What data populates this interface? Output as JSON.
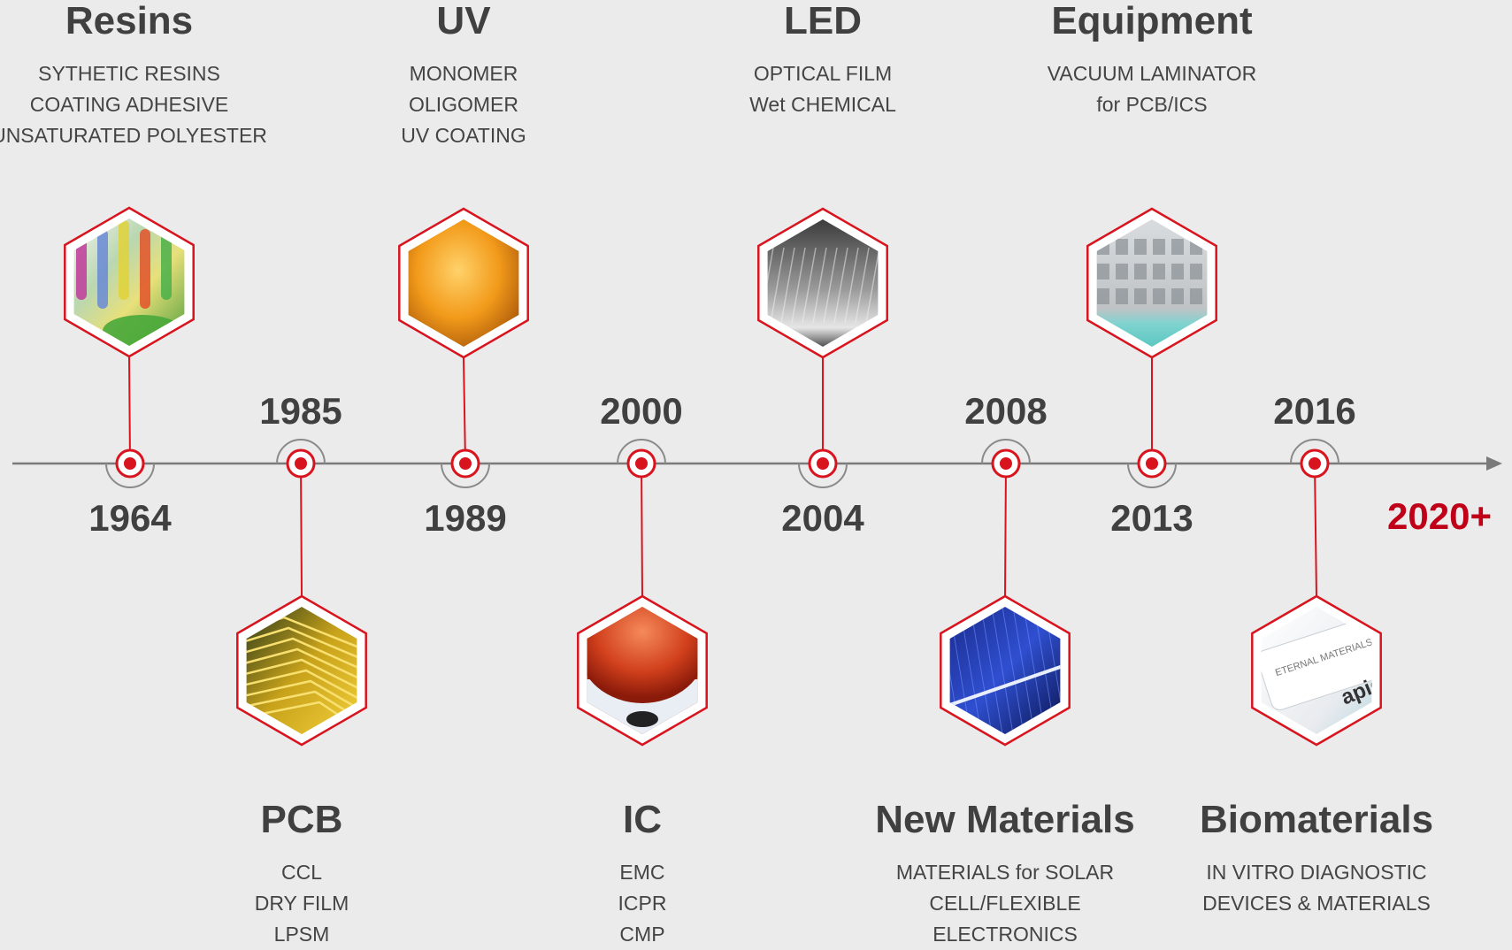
{
  "colors": {
    "background": "#ebebeb",
    "accent": "#d8141e",
    "axis": "#7a7a7a",
    "text": "#404040",
    "future": "#c00018"
  },
  "future_label": "2020+",
  "milestones": [
    {
      "year": "1964",
      "title": "Resins",
      "position": "above",
      "lines": [
        "SYTHETIC RESINS",
        "COATING ADHESIVE",
        "UNSATURATED POLYESTER"
      ],
      "image": "colorful-test-tubes"
    },
    {
      "year": "1985",
      "title": "PCB",
      "position": "below",
      "lines": [
        "CCL",
        "DRY FILM",
        "LPSM"
      ],
      "image": "circuit-board"
    },
    {
      "year": "1989",
      "title": "UV",
      "position": "above",
      "lines": [
        "MONOMER",
        "OLIGOMER",
        "UV COATING"
      ],
      "image": "orange-uv-glow"
    },
    {
      "year": "2000",
      "title": "IC",
      "position": "below",
      "lines": [
        "EMC",
        "ICPR",
        "CMP"
      ],
      "image": "red-droplet"
    },
    {
      "year": "2004",
      "title": "LED",
      "position": "above",
      "lines": [
        "OPTICAL FILM",
        "Wet CHEMICAL"
      ],
      "image": "grey-film"
    },
    {
      "year": "2008",
      "title": "New Materials",
      "position": "below",
      "lines": [
        "MATERIALS for SOLAR",
        "CELL/FLEXIBLE",
        "ELECTRONICS"
      ],
      "image": "solar-cell"
    },
    {
      "year": "2013",
      "title": "Equipment",
      "position": "above",
      "lines": [
        "VACUUM LAMINATOR",
        "for PCB/ICS"
      ],
      "image": "laminator-machine"
    },
    {
      "year": "2016",
      "title": "Biomaterials",
      "position": "below",
      "lines": [
        "IN VITRO DIAGNOSTIC",
        "DEVICES & MATERIALS"
      ],
      "image": "rapid-test-kit",
      "image_text": [
        "ETERNAL MATERIALS",
        "apid Te"
      ]
    }
  ]
}
